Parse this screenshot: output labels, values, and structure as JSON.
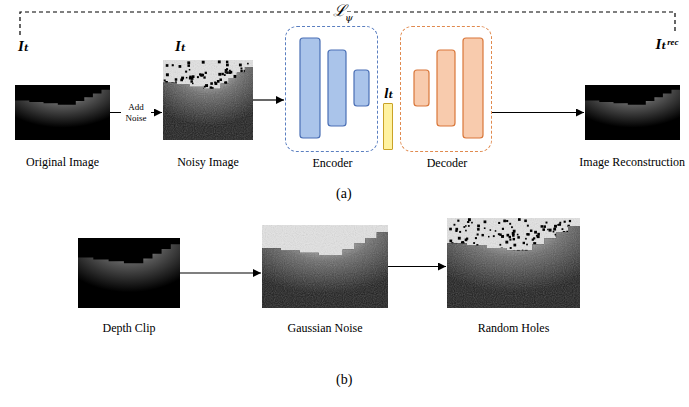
{
  "diagram": {
    "nodes": [
      {
        "text": [
          "Iₜ",
          "Original Image"
        ]
      },
      {
        "text": [
          "Iₜ",
          "Noisy Image"
        ]
      },
      {
        "text": [
          "Encoder"
        ]
      },
      {
        "text": [
          "lₜ"
        ]
      },
      {
        "text": [
          "Decoder"
        ]
      },
      {
        "text": [
          "Iₜʳᵉᶜ",
          "Image Reconstruction"
        ]
      },
      {
        "text": [
          "Depth Clip"
        ]
      },
      {
        "text": [
          "Gaussian Noise"
        ]
      },
      {
        "text": [
          "Random Holes"
        ]
      }
    ],
    "edges": [
      {
        "from": 0,
        "to": 1,
        "arrow": "to",
        "label": "Add Noise"
      },
      {
        "from": 1,
        "to": 2,
        "arrow": "to"
      },
      {
        "from": 4,
        "to": 5,
        "arrow": "to"
      },
      {
        "from": 6,
        "to": 7,
        "arrow": "to"
      },
      {
        "from": 7,
        "to": 8,
        "arrow": "to"
      }
    ],
    "labels": [
      "ℒ",
      "ψ",
      "(a)",
      "(b)"
    ]
  }
}
